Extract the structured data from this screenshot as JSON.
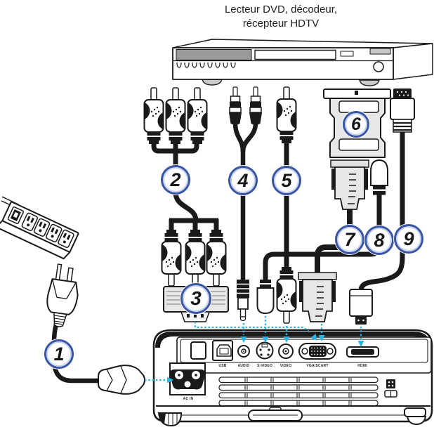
{
  "device_label": {
    "line1": "Lecteur DVD, décodeur,",
    "line2": "récepteur HDTV"
  },
  "callouts": [
    {
      "number": "1"
    },
    {
      "number": "2"
    },
    {
      "number": "3"
    },
    {
      "number": "4"
    },
    {
      "number": "5"
    },
    {
      "number": "6"
    },
    {
      "number": "7"
    },
    {
      "number": "8"
    },
    {
      "number": "9"
    }
  ],
  "projector": {
    "port_labels": [
      "USB",
      "AUDIO",
      "S-VIDEO",
      "VIDEO",
      "VGA/SCART",
      "HDMI"
    ],
    "power_inlet_label": "AC IN"
  },
  "colors": {
    "line_art": "#1a1a1a",
    "callout_border": "#3a55a4",
    "connection_dotted": "#2bb4e8",
    "device_panel_gray": "#9a9a9c",
    "adapter_gray": "#e7e7e9"
  }
}
